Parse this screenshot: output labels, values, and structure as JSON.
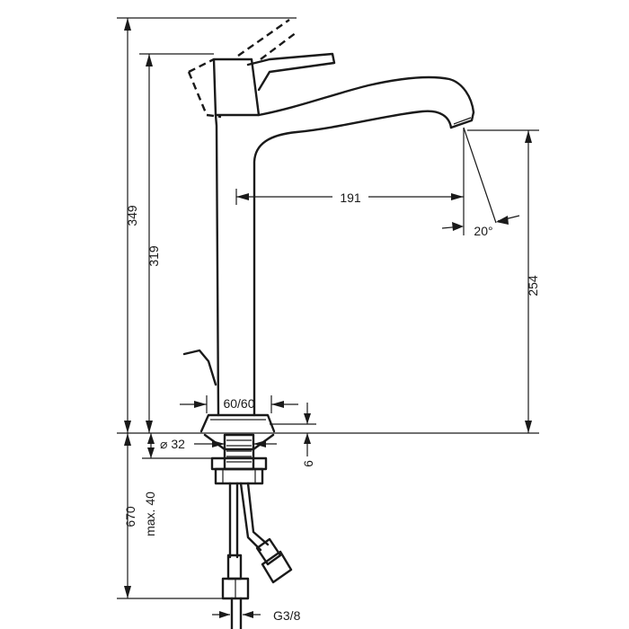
{
  "drawing": {
    "line_color": "#1a1a1a",
    "background": "#ffffff"
  },
  "dimensions": {
    "overall_height": "349",
    "body_height": "319",
    "spout_reach": "191",
    "spout_clearance": "254",
    "spray_angle": "20°",
    "base_width": "60/60",
    "base_thickness": "6",
    "shank_diameter": "⌀ 32",
    "max_counter_thickness": "max. 40",
    "hose_length": "670",
    "connection_thread": "G3/8"
  }
}
